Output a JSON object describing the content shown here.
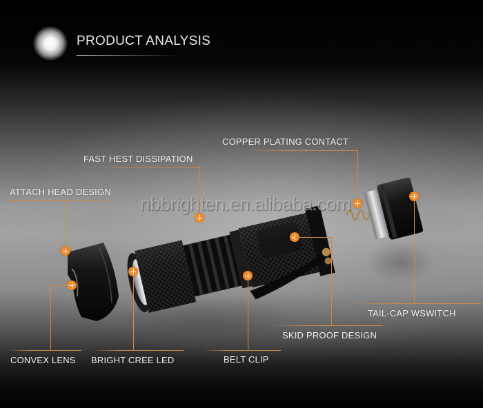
{
  "header": {
    "title": "PRODUCT ANALYSIS"
  },
  "watermark": "nbbrighten.en.alibaba.com",
  "callouts": {
    "copper_plating_contact": "COPPER PLATING CONTACT",
    "fast_heat_dissipation": "FAST HEST DISSIPATION",
    "attach_head_design": "ATTACH HEAD DESIGN",
    "tail_cap_switch": "TAIL-CAP WSWITCH",
    "skid_proof_design": "SKID PROOF DESIGN",
    "convex_lens": "CONVEX LENS",
    "bright_cree_led": "BRIGHT CREE LED",
    "belt_clip": "BELT CLIP"
  },
  "colors": {
    "accent": "#f08a24",
    "leader_line": "#c9874a",
    "text": "#f2f2f2",
    "background": "#000000"
  },
  "icons": {
    "marker": "plus-circle-icon",
    "glow": "light-glow-icon"
  }
}
